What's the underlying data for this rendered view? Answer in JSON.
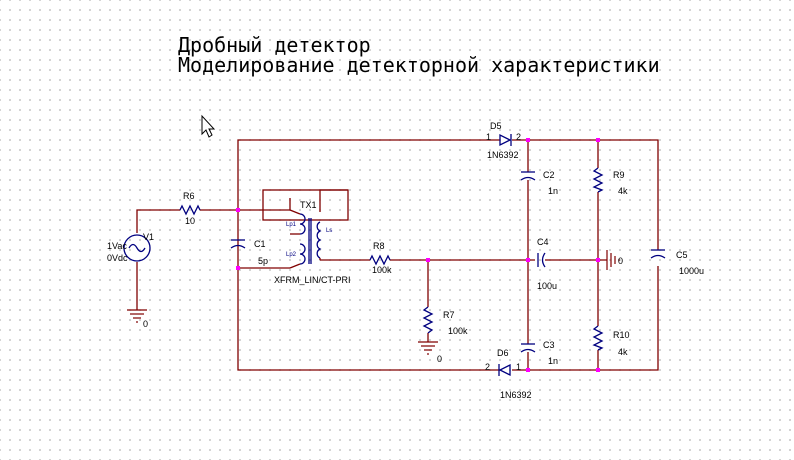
{
  "title": {
    "line1": "Дробный детектор",
    "line2": "Моделирование детекторной характеристики"
  },
  "components": {
    "v1": {
      "ref": "V1",
      "ac": "1Vac",
      "dc": "0Vdc"
    },
    "r6": {
      "ref": "R6",
      "value": "10"
    },
    "c1": {
      "ref": "C1",
      "value": "5p"
    },
    "tx1": {
      "ref": "TX1",
      "model": "XFRM_LIN/CT-PRI",
      "pin_labels": [
        "Lp1",
        "Lp2",
        "Ls"
      ]
    },
    "r8": {
      "ref": "R8",
      "value": "100k"
    },
    "r7": {
      "ref": "R7",
      "value": "100k"
    },
    "d5": {
      "ref": "D5",
      "model": "1N6392",
      "pin1": "1",
      "pin2": "2"
    },
    "d6": {
      "ref": "D6",
      "model": "1N6392",
      "pin1": "1",
      "pin2": "2"
    },
    "c2": {
      "ref": "C2",
      "value": "1n"
    },
    "c3": {
      "ref": "C3",
      "value": "1n"
    },
    "c4": {
      "ref": "C4",
      "value": "100u"
    },
    "r9": {
      "ref": "R9",
      "value": "4k"
    },
    "r10": {
      "ref": "R10",
      "value": "4k"
    },
    "c5": {
      "ref": "C5",
      "value": "1000u"
    }
  },
  "grounds": {
    "g1": "0",
    "g2": "0",
    "g3": "0"
  },
  "colors": {
    "wire": "#800000",
    "component": "#000080",
    "junction": "#ff00ff",
    "grid_dot": "#c8c8c8"
  }
}
